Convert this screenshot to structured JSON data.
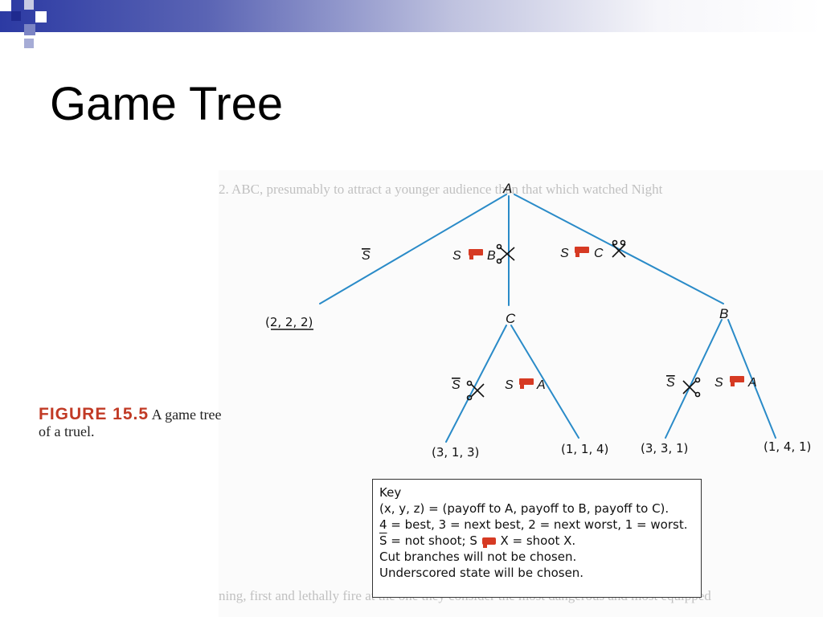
{
  "slide": {
    "title": "Game Tree",
    "colors": {
      "header_dark": "#2c3aa3",
      "header_light": "#d9dbec",
      "branch": "#2a8bc8",
      "gun": "#d63a23",
      "figure_label": "#c13a25"
    }
  },
  "caption": {
    "figure_number": "FIGURE 15.5",
    "text": "A game tree of a truel."
  },
  "tree": {
    "nodes": {
      "a": "A",
      "b": "B",
      "c": "C"
    },
    "branch_labels": {
      "a_not_shoot": "S",
      "a_shoot_b_s": "S",
      "a_shoot_b_target": "B",
      "a_shoot_c_s": "S",
      "a_shoot_c_target": "C",
      "c_not_shoot": "S",
      "c_shoot_a_s": "S",
      "c_shoot_a_target": "A",
      "b_not_shoot": "S",
      "b_shoot_a_s": "S",
      "b_shoot_a_target": "A"
    },
    "payoffs": {
      "p222": "(2, 2, 2)",
      "p313": "(3, 1, 3)",
      "p114": "(1, 1, 4)",
      "p331": "(3, 3, 1)",
      "p141": "(1, 4, 1)"
    },
    "icons": [
      "gun-icon",
      "scissors-icon"
    ]
  },
  "key": {
    "heading": "Key",
    "line1": "(x, y, z) = (payoff to A, payoff to B, payoff to C).",
    "line2": "4 = best, 3 = next best, 2 = next worst, 1 = worst.",
    "line3_s": "S",
    "line3_mid": " = not shoot; ",
    "line3_s2": "S",
    "line3_end": " X = shoot X.",
    "line4": "Cut branches will not be chosen.",
    "line5": "Underscored state will be chosen."
  },
  "background_text": {
    "top": "2. ABC, presumably to attract a younger audience than that which watched Night",
    "bottom": "ning, first and lethally fire at the one they consider the most dangerous and most equipped"
  }
}
